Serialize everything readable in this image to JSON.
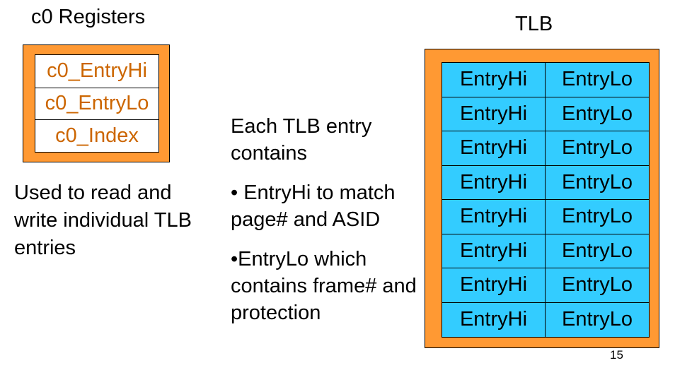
{
  "c0": {
    "title": "c0 Registers",
    "registers": [
      "c0_EntryHi",
      "c0_EntryLo",
      "c0_Index"
    ],
    "description": "Used to read and write individual TLB entries"
  },
  "middle": {
    "intro": "Each TLB entry contains",
    "bullet1": "• EntryHi to match page# and ASID",
    "bullet2": "•EntryLo which contains frame# and protection"
  },
  "tlb": {
    "title": "TLB",
    "entries": [
      {
        "hi": "EntryHi",
        "lo": "EntryLo"
      },
      {
        "hi": "EntryHi",
        "lo": "EntryLo"
      },
      {
        "hi": "EntryHi",
        "lo": "EntryLo"
      },
      {
        "hi": "EntryHi",
        "lo": "EntryLo"
      },
      {
        "hi": "EntryHi",
        "lo": "EntryLo"
      },
      {
        "hi": "EntryHi",
        "lo": "EntryLo"
      },
      {
        "hi": "EntryHi",
        "lo": "EntryLo"
      },
      {
        "hi": "EntryHi",
        "lo": "EntryLo"
      }
    ]
  },
  "page_number": "15",
  "colors": {
    "frame_orange": "#ff9933",
    "register_text": "#cc6600",
    "tlb_cell_blue": "#33ccff"
  }
}
